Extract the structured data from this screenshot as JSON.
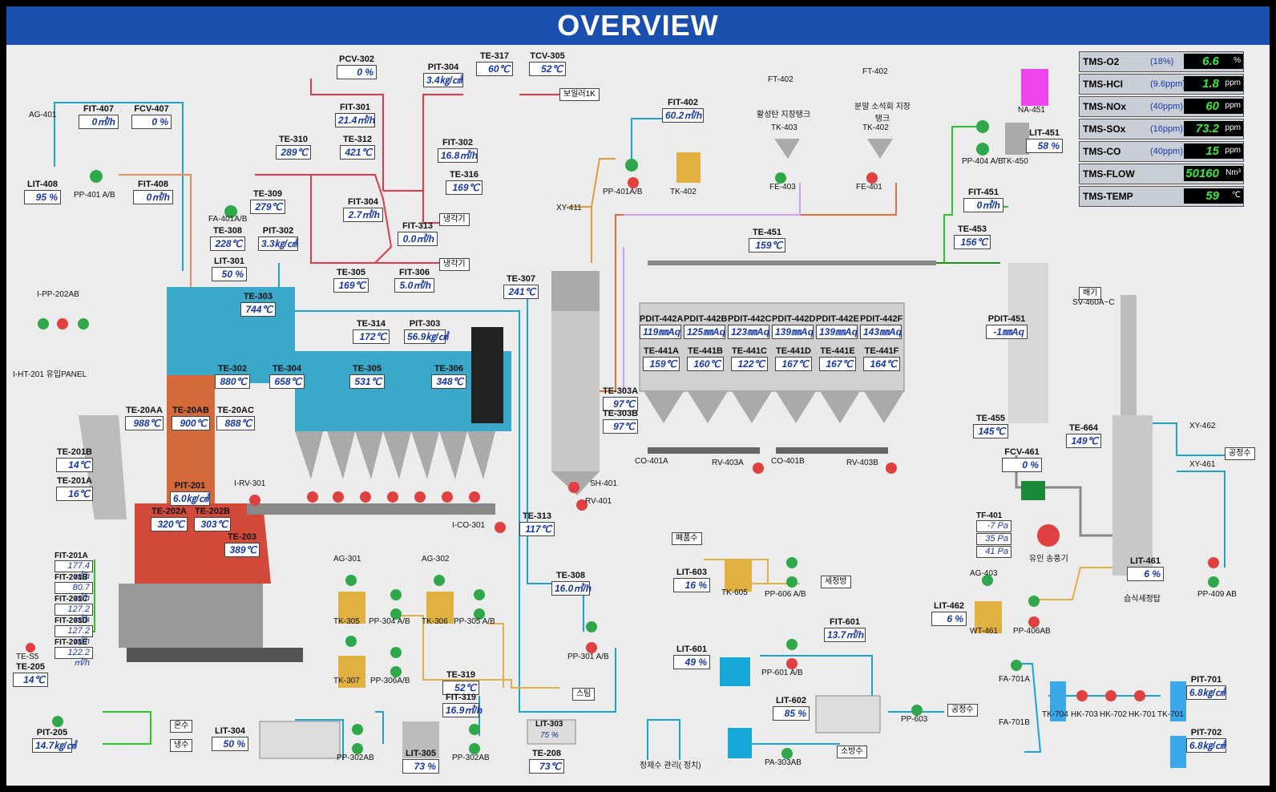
{
  "title": "OVERVIEW",
  "tms": [
    {
      "name": "TMS-O2",
      "limit": "(18%)",
      "value": "6.6",
      "unit": "%"
    },
    {
      "name": "TMS-HCI",
      "limit": "(9.6ppm)",
      "value": "1.8",
      "unit": "ppm"
    },
    {
      "name": "TMS-NOx",
      "limit": "(40ppm)",
      "value": "60",
      "unit": "ppm"
    },
    {
      "name": "TMS-SOx",
      "limit": "(16ppm)",
      "value": "73.2",
      "unit": "ppm"
    },
    {
      "name": "TMS-CO",
      "limit": "(40ppm)",
      "value": "15",
      "unit": "ppm"
    },
    {
      "name": "TMS-FLOW",
      "limit": "",
      "value": "50160",
      "unit": "Nm³"
    },
    {
      "name": "TMS-TEMP",
      "limit": "",
      "value": "59",
      "unit": "℃"
    }
  ],
  "tags": {
    "pcv302": {
      "label": "PCV-302",
      "value": "0 %"
    },
    "pit304": {
      "label": "PIT-304",
      "value": "3.4㎏/㎠"
    },
    "te317": {
      "label": "TE-317",
      "value": "60℃"
    },
    "tcv305": {
      "label": "TCV-305",
      "value": "52℃"
    },
    "fit407": {
      "label": "FIT-407",
      "value": "0㎥/h"
    },
    "fcv407": {
      "label": "FCV-407",
      "value": "0 %"
    },
    "fit301": {
      "label": "FIT-301",
      "value": "21.4㎥/h"
    },
    "te310": {
      "label": "TE-310",
      "value": "289℃"
    },
    "te312": {
      "label": "TE-312",
      "value": "421℃"
    },
    "fit302": {
      "label": "FIT-302",
      "value": "16.8㎥/h"
    },
    "te316": {
      "label": "TE-316",
      "value": "169℃"
    },
    "fit402t": {
      "label": "FIT-402",
      "value": "60.2㎥/h"
    },
    "lit408": {
      "label": "LIT-408",
      "value": "95 %"
    },
    "fit408": {
      "label": "FIT-408",
      "value": "0㎥/h"
    },
    "te309": {
      "label": "TE-309",
      "value": "279℃"
    },
    "fit304": {
      "label": "FIT-304",
      "value": "2.7㎥/h"
    },
    "fit313": {
      "label": "FIT-313",
      "value": "0.0㎥/h"
    },
    "te308a": {
      "label": "TE-308",
      "value": "228℃"
    },
    "pit302": {
      "label": "PIT-302",
      "value": "3.3㎏/㎠"
    },
    "lit301": {
      "label": "LIT-301",
      "value": "50 %"
    },
    "te305a": {
      "label": "TE-305",
      "value": "169℃"
    },
    "fit306": {
      "label": "FIT-306",
      "value": "5.0㎥/h"
    },
    "te303": {
      "label": "TE-303",
      "value": "744℃"
    },
    "te307": {
      "label": "TE-307",
      "value": "241℃"
    },
    "te314": {
      "label": "TE-314",
      "value": "172℃"
    },
    "pit303": {
      "label": "PIT-303",
      "value": "56.9㎏/㎠"
    },
    "te302": {
      "label": "TE-302",
      "value": "880℃"
    },
    "te304": {
      "label": "TE-304",
      "value": "658℃"
    },
    "te305b": {
      "label": "TE-305",
      "value": "531℃"
    },
    "te306": {
      "label": "TE-306",
      "value": "348℃"
    },
    "te20aa": {
      "label": "TE-20AA",
      "value": "988℃"
    },
    "te20ab": {
      "label": "TE-20AB",
      "value": "900℃"
    },
    "te20ac": {
      "label": "TE-20AC",
      "value": "888℃"
    },
    "te201b": {
      "label": "TE-201B",
      "value": "14℃"
    },
    "te201a": {
      "label": "TE-201A",
      "value": "16℃"
    },
    "pit201": {
      "label": "PIT-201",
      "value": "6.0㎏/㎠"
    },
    "te202a": {
      "label": "TE-202A",
      "value": "320℃"
    },
    "te202b": {
      "label": "TE-202B",
      "value": "303℃"
    },
    "te203": {
      "label": "TE-203",
      "value": "389℃"
    },
    "te205": {
      "label": "TE-205",
      "value": "14℃"
    },
    "pit205": {
      "label": "PIT-205",
      "value": "14.7㎏/㎠"
    },
    "te303a": {
      "label": "TE-303A",
      "value": "97℃"
    },
    "te303b": {
      "label": "TE-303B",
      "value": "97℃"
    },
    "te313": {
      "label": "TE-313",
      "value": "117℃"
    },
    "te308b": {
      "label": "TE-308",
      "value": "16.0㎥/h"
    },
    "te319": {
      "label": "TE-319",
      "value": "52℃"
    },
    "fit319": {
      "label": "FIT-319",
      "value": "16.9㎥/h"
    },
    "lit304": {
      "label": "LIT-304",
      "value": "50 %"
    },
    "lit305": {
      "label": "LIT-305",
      "value": "73 %"
    },
    "te208": {
      "label": "TE-208",
      "value": "73℃"
    },
    "te451": {
      "label": "TE-451",
      "value": "159℃"
    },
    "te453": {
      "label": "TE-453",
      "value": "156℃"
    },
    "lit451": {
      "label": "LIT-451",
      "value": "58 %"
    },
    "fit451": {
      "label": "FIT-451",
      "value": "0㎥/h"
    },
    "pdit451": {
      "label": "PDIT-451",
      "value": "-1㎜Aq"
    },
    "te455": {
      "label": "TE-455",
      "value": "145℃"
    },
    "te664": {
      "label": "TE-664",
      "value": "149℃"
    },
    "fcv461": {
      "label": "FCV-461",
      "value": "0 %"
    },
    "lit461": {
      "label": "LIT-461",
      "value": "6 %"
    },
    "lit462": {
      "label": "LIT-462",
      "value": "6 %"
    },
    "lit603": {
      "label": "LIT-603",
      "value": "16 %"
    },
    "lit601": {
      "label": "LIT-601",
      "value": "49 %"
    },
    "fit601": {
      "label": "FIT-601",
      "value": "13.7㎥/h"
    },
    "lit602": {
      "label": "LIT-602",
      "value": "85 %"
    },
    "pit701": {
      "label": "PIT-701",
      "value": "6.8㎏/㎠"
    },
    "pit702": {
      "label": "PIT-702",
      "value": "6.8㎏/㎠"
    },
    "pdit442a": {
      "label": "PDIT-442A",
      "value": "119㎜Aq"
    },
    "pdit442b": {
      "label": "PDIT-442B",
      "value": "125㎜Aq"
    },
    "pdit442c": {
      "label": "PDIT-442C",
      "value": "123㎜Aq"
    },
    "pdit442d": {
      "label": "PDIT-442D",
      "value": "139㎜Aq"
    },
    "pdit442e": {
      "label": "PDIT-442E",
      "value": "139㎜Aq"
    },
    "pdit442f": {
      "label": "PDIT-442F",
      "value": "143㎜Aq"
    },
    "te441a": {
      "label": "TE-441A",
      "value": "159℃"
    },
    "te441b": {
      "label": "TE-441B",
      "value": "160℃"
    },
    "te441c": {
      "label": "TE-441C",
      "value": "122℃"
    },
    "te441d": {
      "label": "TE-441D",
      "value": "167℃"
    },
    "te441e": {
      "label": "TE-441E",
      "value": "167℃"
    },
    "te441f": {
      "label": "TE-441F",
      "value": "164℃"
    }
  },
  "fit201": {
    "labels": [
      "FIT-201A",
      "FIT-201B",
      "FIT-201C",
      "FIT-201D",
      "FIT-201E"
    ],
    "values": [
      "177.4㎥/h",
      "80.7㎥/h",
      "127.2㎥/h",
      "127.2㎥/h",
      "122.2㎥/h"
    ]
  },
  "tf401": {
    "label": "TF-401",
    "values": [
      "-7 Pa",
      "35 Pa",
      "41 Pa"
    ]
  },
  "labels": {
    "ag401": "AG-401",
    "pp401": "PP-401 A/B",
    "fa401": "FA-401A/B",
    "ipp202": "I-PP-202AB",
    "iht201": "I-HT-201 유입PANEL",
    "irv301": "I-RV-301",
    "ico301": "I-CO-301",
    "sh401": "SH-401",
    "rv401": "RV-401",
    "xy411": "XY-411",
    "pp401b": "PP-401A/B",
    "tk402": "TK-402",
    "ft402a": "FT-402",
    "tank1": "활성탄 지장탱크",
    "tk403": "TK-403",
    "fe403": "FE-403",
    "ft402b": "FT-402",
    "tank2": "분말 소석회 지장탱크",
    "tk402b": "TK-402",
    "fe401": "FE-401",
    "na451": "NA-451",
    "tk450": "TK-450",
    "pp404": "PP-404 A/B",
    "co401a": "CO-401A",
    "rv403a": "RV-403A",
    "co401b": "CO-401B",
    "rv403b": "RV-403B",
    "sv460": "SV-460A~C",
    "xy462": "XY-462",
    "xy461": "XY-461",
    "fan": "유인 송풍기",
    "scrubber": "습식세정탑",
    "pp409": "PP-409 AB",
    "ag403": "AG-403",
    "wt461": "WT-461",
    "pp406": "PP-406AB",
    "ag301": "AG-301",
    "ag302": "AG-302",
    "tk305": "TK-305",
    "pp304": "PP-304 A/B",
    "tk306": "TK-306",
    "pp305": "PP-305 A/B",
    "tk307": "TK-307",
    "pp306": "PP-306A/B",
    "pp301": "PP-301 A/B",
    "pp302a": "PP-302AB",
    "pp302b": "PP-302AB",
    "tk605": "TK-605",
    "pp606": "PP-606 A/B",
    "pp601": "PP-601 A/B",
    "pp603": "PP-603",
    "pa303": "PA-303AB",
    "water": "정제수 관리( 정치)",
    "fa701a": "FA-701A",
    "fa701b": "FA-701B",
    "tk704": "TK-704",
    "hk703": "HK-703",
    "hk702": "HK-702",
    "hk701": "HK-701",
    "tk701": "TK-701",
    "lit303": "LIT-303",
    "lit303v": "75 %",
    "te_s5": "TE-S5"
  },
  "nav_tags": {
    "boiler": "보일러1K",
    "cooler1": "냉각기",
    "cooler2": "냉각기",
    "steam": "스팀",
    "hot": "온수",
    "cold": "냉수",
    "waste": "폐품수",
    "washer": "세정방",
    "industrial": "공정수",
    "industrial2": "공정수",
    "fire": "소방수",
    "exhaust": "배기"
  }
}
